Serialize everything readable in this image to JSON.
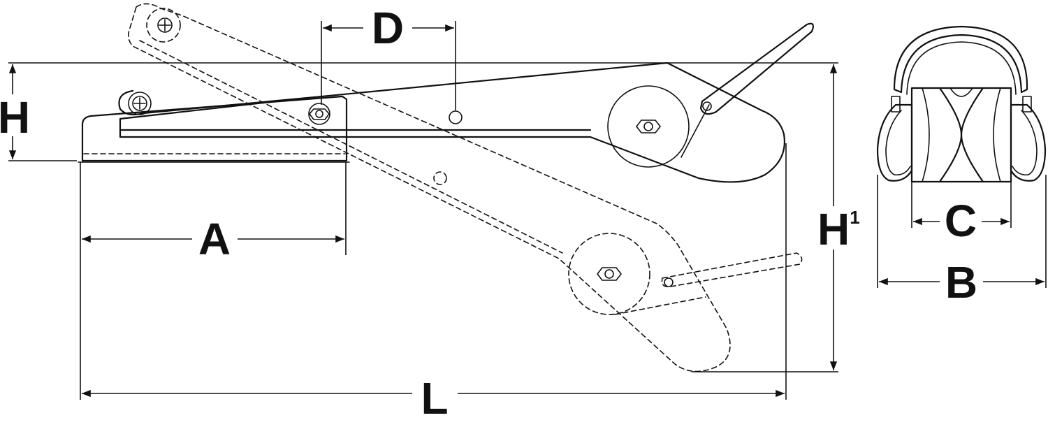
{
  "labels": {
    "D": "D",
    "H": "H",
    "A": "A",
    "L": "L",
    "H1_base": "H",
    "H1_sup": "1",
    "C": "C",
    "B": "B"
  },
  "colors": {
    "line": "#111111",
    "background": "#ffffff"
  }
}
